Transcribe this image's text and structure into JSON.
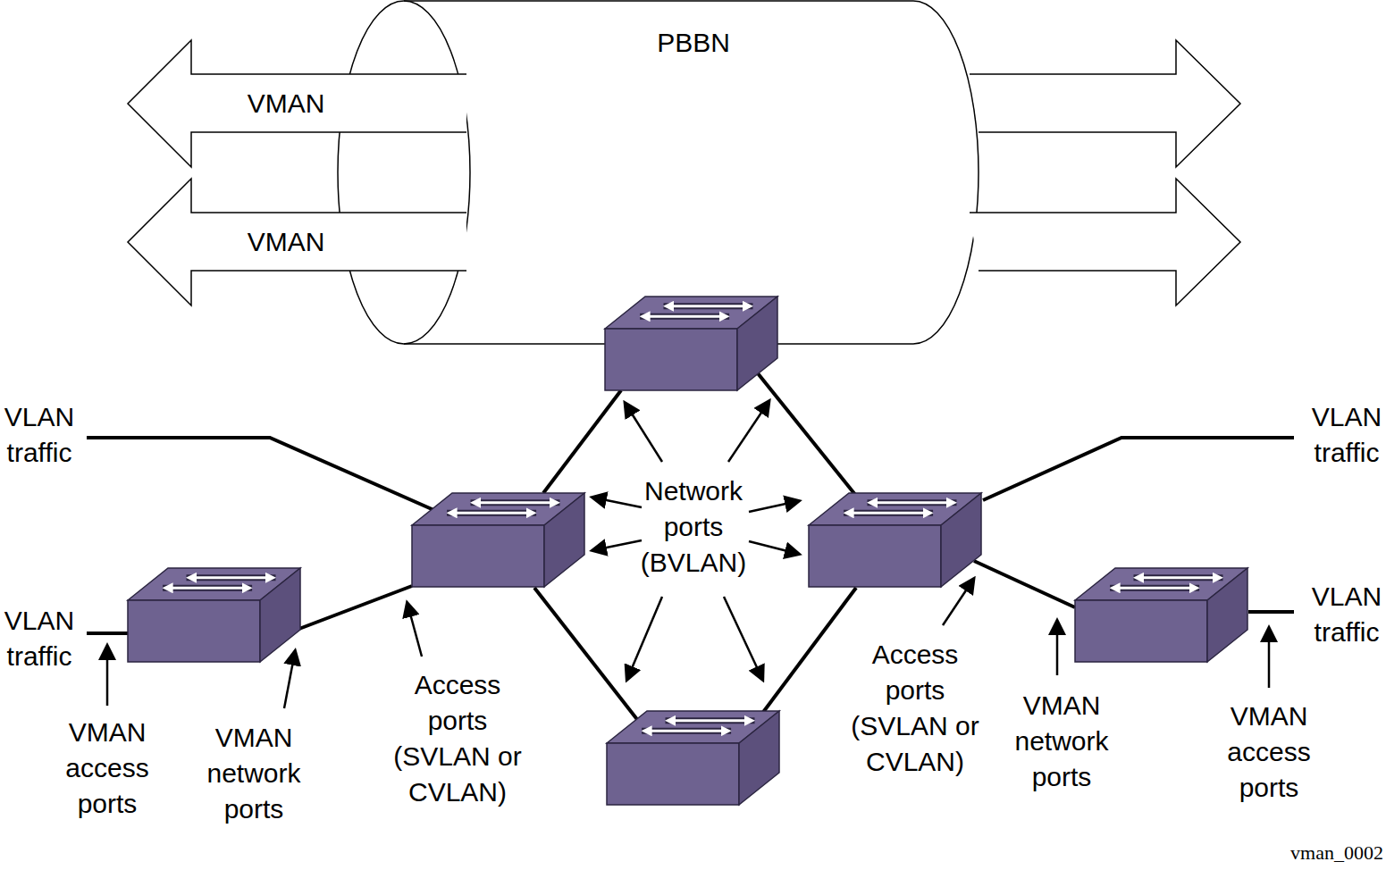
{
  "diagram": {
    "nodes": [
      {
        "text": [
          "PBBN"
        ]
      },
      {
        "text": [
          "VMAN"
        ]
      },
      {
        "text": [
          "VMAN"
        ]
      }
    ],
    "labels": [
      "VLAN traffic",
      "VLAN traffic",
      "VLAN traffic",
      "VLAN traffic",
      "Network ports (BVLAN)",
      "VMAN access ports",
      "VMAN network ports",
      "Access ports (SVLAN or CVLAN)",
      "Access ports (SVLAN or CVLAN)",
      "VMAN network ports",
      "VMAN access ports",
      "vman_0002"
    ]
  }
}
